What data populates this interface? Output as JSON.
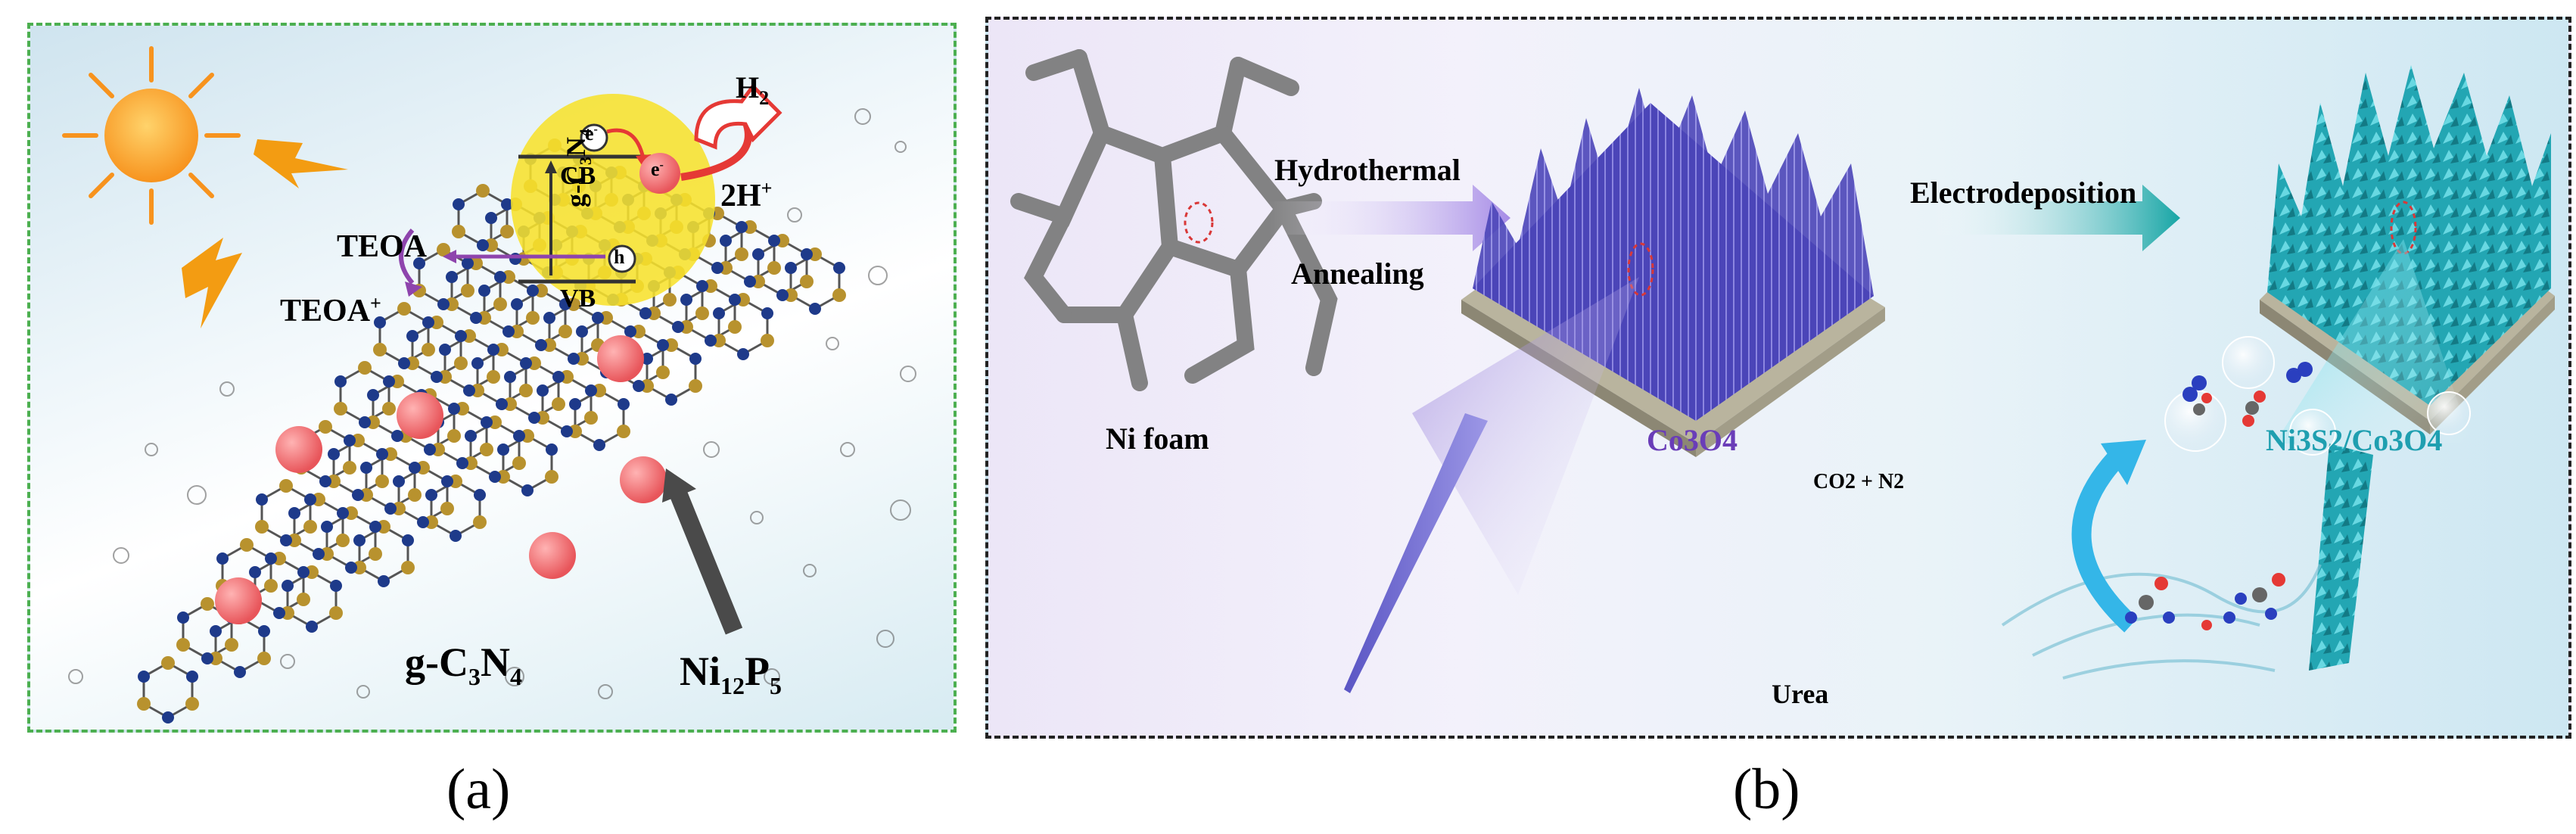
{
  "panel_a": {
    "h2": "H",
    "h2_sub": "2",
    "two_h_plus": "2H",
    "two_h_plus_sup": "+",
    "electron_top": "e",
    "electron_top_sup": "-",
    "electron_right": "e",
    "electron_right_sup": "-",
    "hole": "h",
    "cb": "CB",
    "vb": "VB",
    "g_c3n4_band": [
      "g-C",
      "3",
      "N",
      "4"
    ],
    "teoa": "TEOA",
    "teoa_plus": "TEOA",
    "teoa_plus_sup": "+",
    "g_c3n4_label": [
      "g-C",
      "3",
      "N",
      "4"
    ],
    "ni12p5": [
      "Ni",
      "12",
      "P",
      "5"
    ]
  },
  "panel_b": {
    "hydrothermal": "Hydrothermal",
    "annealing": "Annealing",
    "electrodeposition": "Electrodeposition",
    "ni_foam": "Ni foam",
    "co3o4": "Co3O4",
    "ni3s2_co3o4": "Ni3S2/Co3O4",
    "co2_n2": "CO2 + N2",
    "urea": "Urea"
  },
  "captions": {
    "a": "(a)",
    "b": "(b)"
  },
  "colors": {
    "panel_a_border": "#4caf50",
    "co3o4_text": "#6a3db8",
    "ni3s2_text": "#1f9fb0",
    "sun": "#f7931e",
    "lightning": "#f39c12",
    "np_red": "#e8555a",
    "band_yellow": "#f7e12c",
    "teoa_arrow": "#8e44ad"
  }
}
